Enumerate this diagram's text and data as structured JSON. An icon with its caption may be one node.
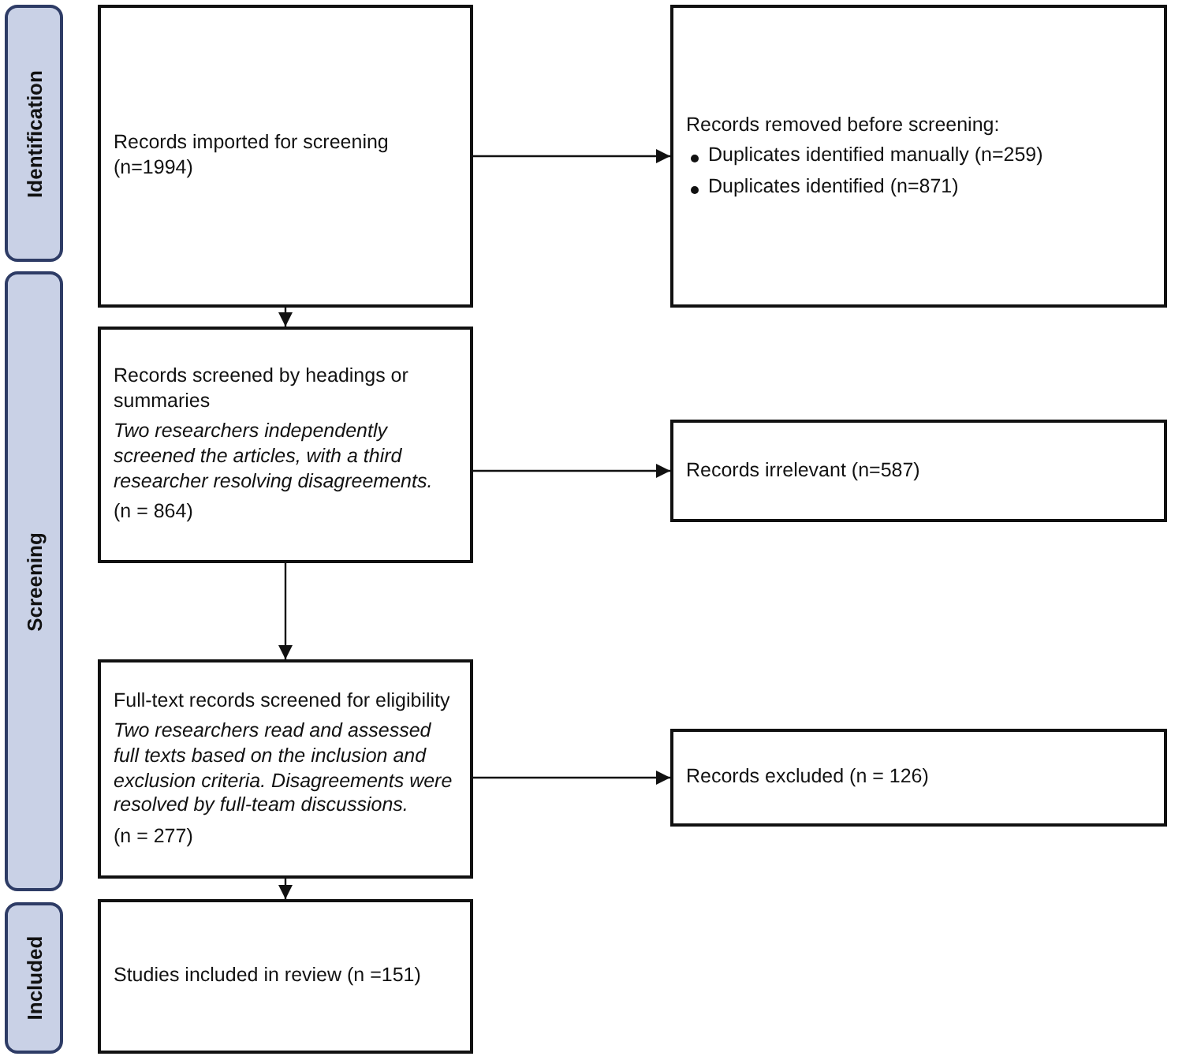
{
  "diagram": {
    "nodes": [
      {
        "text": [
          "Identification"
        ]
      },
      {
        "text": [
          "Records imported for screening (n=1994)"
        ]
      },
      {
        "text": [
          "Records removed before screening:",
          "Duplicates identified manually (n=259)",
          "Duplicates identified (n=871)"
        ]
      },
      {
        "text": [
          "Screening"
        ]
      },
      {
        "text": [
          "Records screened by headings or summaries",
          "Two researchers independently screened the articles, with a third researcher resolving disagreements.",
          "(n = 864)"
        ]
      },
      {
        "text": [
          "Records irrelevant (n=587)"
        ]
      },
      {
        "text": [
          "Full-text records screened for eligibility",
          "Two researchers read and assessed full texts based on the inclusion and exclusion criteria. Disagreements were resolved by full-team discussions.",
          "(n = 277)"
        ]
      },
      {
        "text": [
          "Records excluded (n = 126)"
        ]
      },
      {
        "text": [
          "Included"
        ]
      },
      {
        "text": [
          "Studies included in review (n =151)"
        ]
      }
    ],
    "edges": [
      {
        "from": 1,
        "to": 2,
        "arrow": "to"
      },
      {
        "from": 1,
        "to": 4,
        "arrow": "to"
      },
      {
        "from": 4,
        "to": 5,
        "arrow": "to"
      },
      {
        "from": 4,
        "to": 6,
        "arrow": "to"
      },
      {
        "from": 6,
        "to": 7,
        "arrow": "to"
      },
      {
        "from": 6,
        "to": 9,
        "arrow": "to"
      }
    ]
  }
}
